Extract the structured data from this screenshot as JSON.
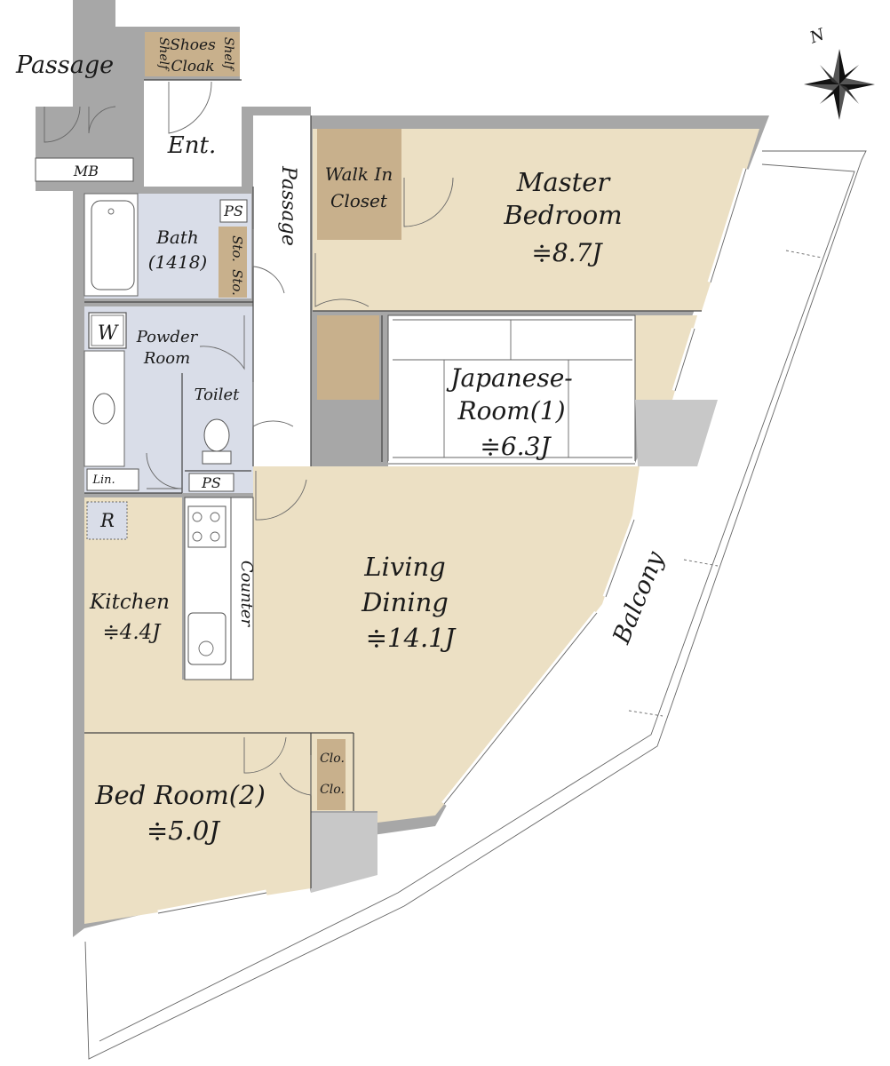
{
  "labels": {
    "passage_top": "Passage",
    "passage_mid": "Passage",
    "shelf_left": "Shelf",
    "shelf_right": "Shelf",
    "shoes_cloak_1": "Shoes",
    "shoes_cloak_2": "Cloak",
    "ent": "Ent.",
    "mb": "MB",
    "ps_bath": "PS",
    "ps_toilet": "PS",
    "bath_1": "Bath",
    "bath_2": "(1418)",
    "sto_1": "Sto.",
    "sto_2": "Sto.",
    "w": "W",
    "powder_1": "Powder",
    "powder_2": "Room",
    "toilet": "Toilet",
    "lin": "Lin.",
    "r": "R",
    "walkin_1": "Walk In",
    "walkin_2": "Closet",
    "master_1": "Master",
    "master_2": "Bedroom",
    "master_3": "≑8.7J",
    "japanese_1": "Japanese-",
    "japanese_2": "Room(1)",
    "japanese_3": "≑6.3J",
    "counter": "Counter",
    "kitchen_1": "Kitchen",
    "kitchen_2": "≑4.4J",
    "living_1": "Living",
    "living_2": "Dining",
    "living_3": "≑14.1J",
    "clo_1": "Clo.",
    "clo_2": "Clo.",
    "bed2_1": "Bed Room(2)",
    "bed2_2": "≑5.0J",
    "balcony": "Balcony",
    "north": "N"
  },
  "colors": {
    "room_floor": "#ece0c4",
    "wet_area": "#d9dde8",
    "closet": "#c8b08c",
    "wall": "#a7a7a7",
    "pillar": "#c8c8c8"
  }
}
